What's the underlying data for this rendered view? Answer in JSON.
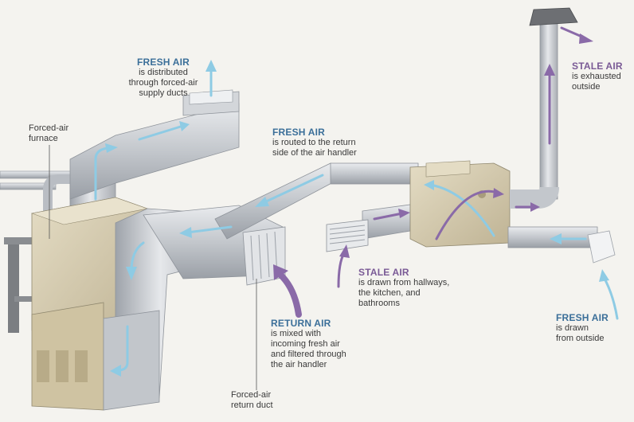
{
  "labels": {
    "fresh_supply": {
      "heading": "FRESH AIR",
      "body": "is distributed\nthrough forced-air\nsupply ducts"
    },
    "fresh_return": {
      "heading": "FRESH AIR",
      "body": "is routed to the return\nside of the air handler"
    },
    "stale_exhaust": {
      "heading": "STALE AIR",
      "body": "is exhausted\noutside"
    },
    "stale_drawn": {
      "heading": "STALE AIR",
      "body": "is drawn from hallways,\nthe kitchen, and\nbathrooms"
    },
    "return_air": {
      "heading": "RETURN AIR",
      "body": "is mixed with\nincoming fresh air\nand filtered through\nthe air handler"
    },
    "fresh_outside": {
      "heading": "FRESH AIR",
      "body": "is drawn\nfrom outside"
    },
    "furnace": "Forced-air\nfurnace",
    "return_duct": "Forced-air\nreturn duct"
  },
  "colors": {
    "fresh_arrow": "#8ecbe4",
    "stale_arrow": "#8a6aa8",
    "fresh_text": "#3b6f99",
    "stale_text": "#7a5a96",
    "duct": "#c4c7cc",
    "furnace": "#d8cdb0"
  }
}
